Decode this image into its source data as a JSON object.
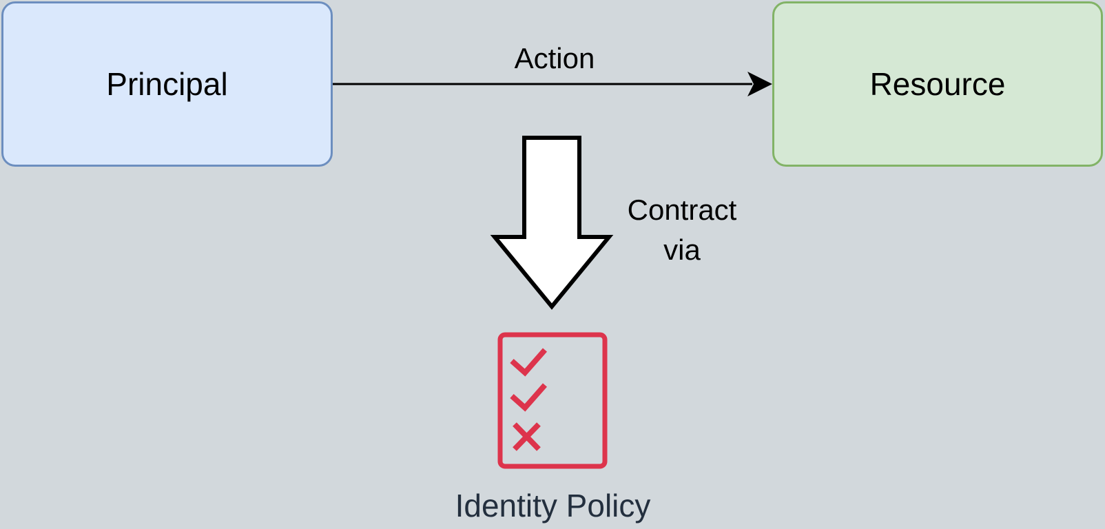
{
  "diagram": {
    "nodes": {
      "principal": {
        "label": "Principal",
        "fill": "#dae8fc",
        "stroke": "#6c8ebf"
      },
      "resource": {
        "label": "Resource",
        "fill": "#d5e8d4",
        "stroke": "#82b366"
      }
    },
    "edges": {
      "action": {
        "label": "Action",
        "from": "principal",
        "to": "resource"
      }
    },
    "flow_arrow": {
      "label": "Contract\nvia",
      "icon": "block-arrow-down-icon"
    },
    "policy": {
      "label": "Identity Policy",
      "icon": "checklist-icon",
      "color": "#dd344c",
      "items": [
        "check",
        "check",
        "cross"
      ]
    },
    "background": "#d2d8dc"
  }
}
